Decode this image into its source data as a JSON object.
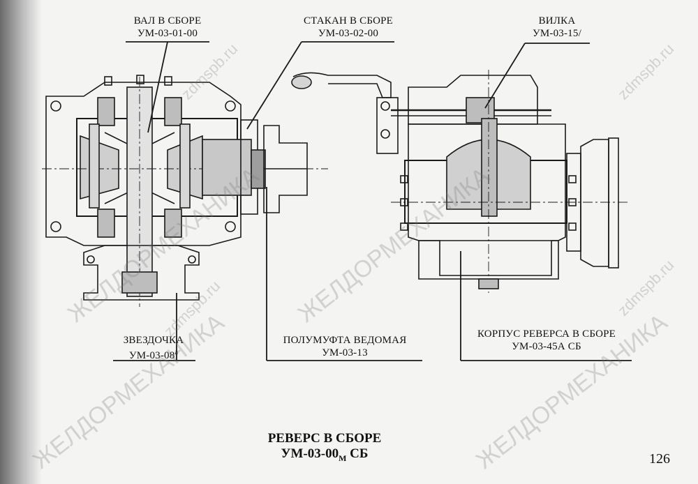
{
  "labels": {
    "shaft": {
      "name": "ВАЛ В СБОРЕ",
      "code": "УМ-03-01-00"
    },
    "sleeve": {
      "name": "СТАКАН В СБОРЕ",
      "code": "УМ-03-02-00"
    },
    "fork": {
      "name": "ВИЛКА",
      "code": "УМ-03-15/"
    },
    "sprocket": {
      "name": "ЗВЕЗДОЧКА",
      "code": "УМ-03-08",
      "code_sup": "а"
    },
    "half_coupling": {
      "name": "ПОЛУМУФТА ВЕДОМАЯ",
      "code": "УМ-03-13"
    },
    "housing": {
      "name": "КОРПУС РЕВЕРСА В СБОРЕ",
      "code": "УМ-03-45А СБ"
    }
  },
  "title": {
    "line1": "РЕВЕРС В СБОРЕ",
    "line2_code": "УМ-03-00",
    "line2_sub": "М",
    "line2_suffix": " СБ"
  },
  "page_number": "126",
  "watermarks": [
    "ЖЕЛДОРМЕХАНИКА",
    "zdmspb.ru"
  ]
}
